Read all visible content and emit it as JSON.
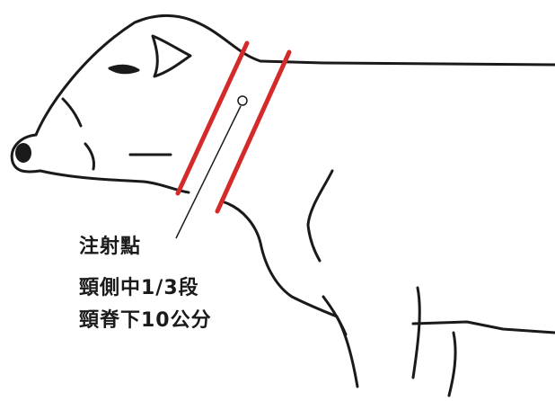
{
  "annotation": {
    "line1": "注射點",
    "line2": "頸側中1/3段",
    "line3": "頸脊下10公分"
  },
  "colors": {
    "outline": "#1a1a1a",
    "marker": "#d42a2a",
    "background": "#ffffff"
  }
}
